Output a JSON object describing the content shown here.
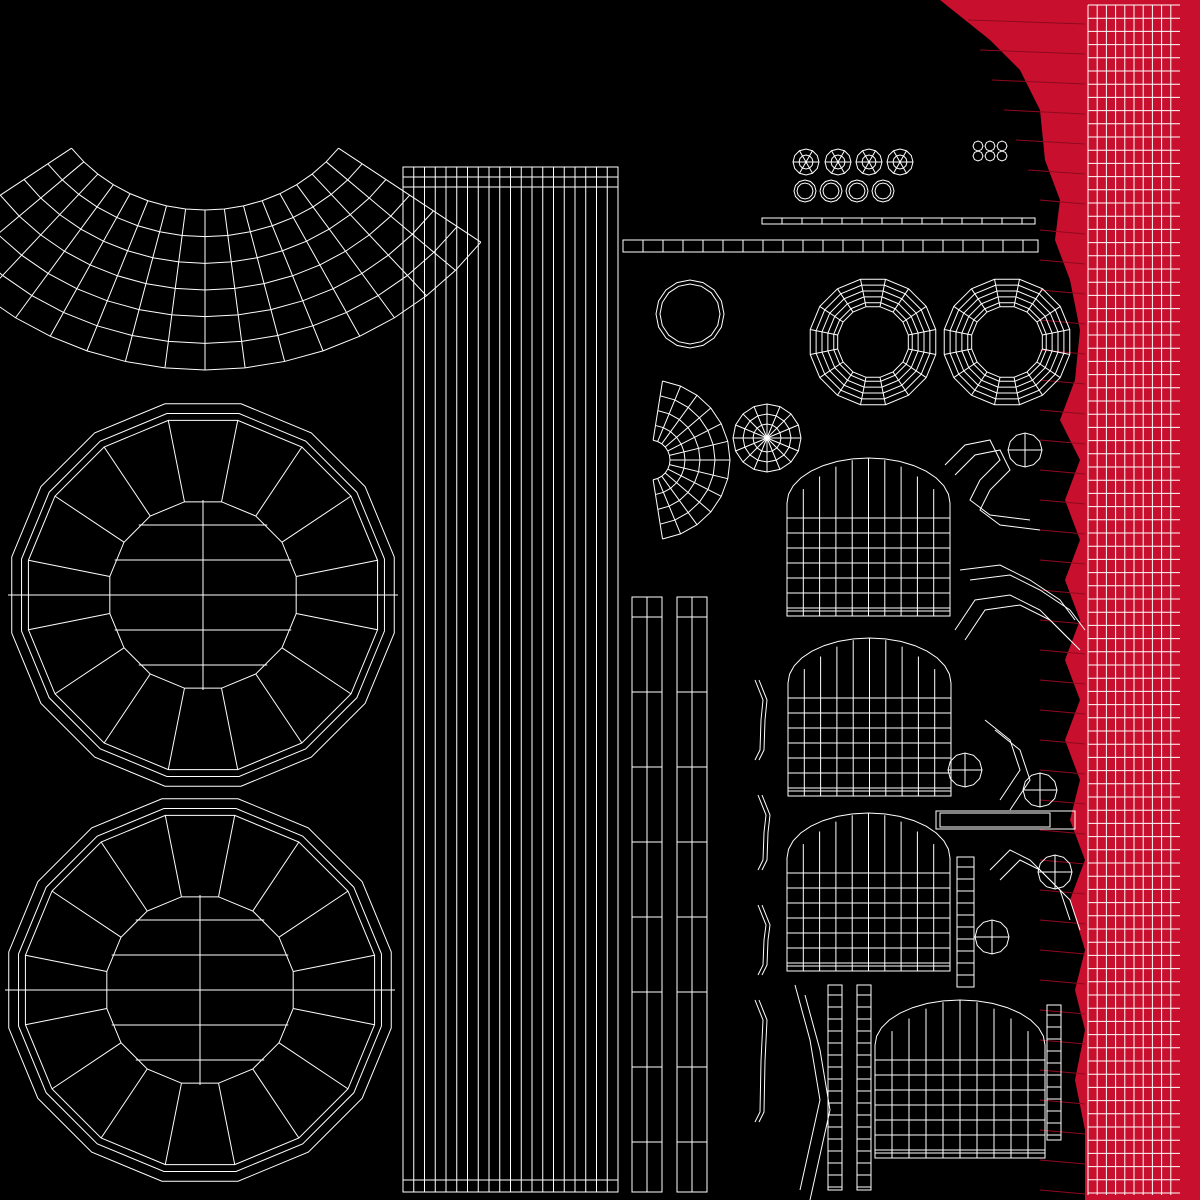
{
  "canvas": {
    "background": "#000000",
    "wire_color": "#ffffff",
    "accent_color": "#c8102e",
    "accent_dark": "#8e0a1f"
  },
  "shells": [
    {
      "name": "arc-patch-top-left",
      "shape": "arc-grid",
      "cols": 16,
      "rows": 6
    },
    {
      "name": "disc-shell-upper",
      "shape": "disc",
      "sides": 16
    },
    {
      "name": "disc-shell-lower",
      "shape": "disc",
      "sides": 16
    },
    {
      "name": "long-strip-grid",
      "shape": "strip",
      "cols": 20
    },
    {
      "name": "tall-strip-left",
      "shape": "strip",
      "cols": 2,
      "rows": 8
    },
    {
      "name": "tall-strip-right",
      "shape": "strip",
      "cols": 2,
      "rows": 8
    },
    {
      "name": "small-ring",
      "shape": "ring",
      "sides": 16
    },
    {
      "name": "large-ring-left",
      "shape": "ring",
      "sides": 16
    },
    {
      "name": "large-ring-right",
      "shape": "ring",
      "sides": 16
    },
    {
      "name": "fan-disc",
      "shape": "fan",
      "sides": 16
    },
    {
      "name": "dome-shell",
      "shape": "dome",
      "count": 4
    },
    {
      "name": "red-texture-grid",
      "shape": "grid",
      "cols": 10,
      "rows": 90
    }
  ]
}
